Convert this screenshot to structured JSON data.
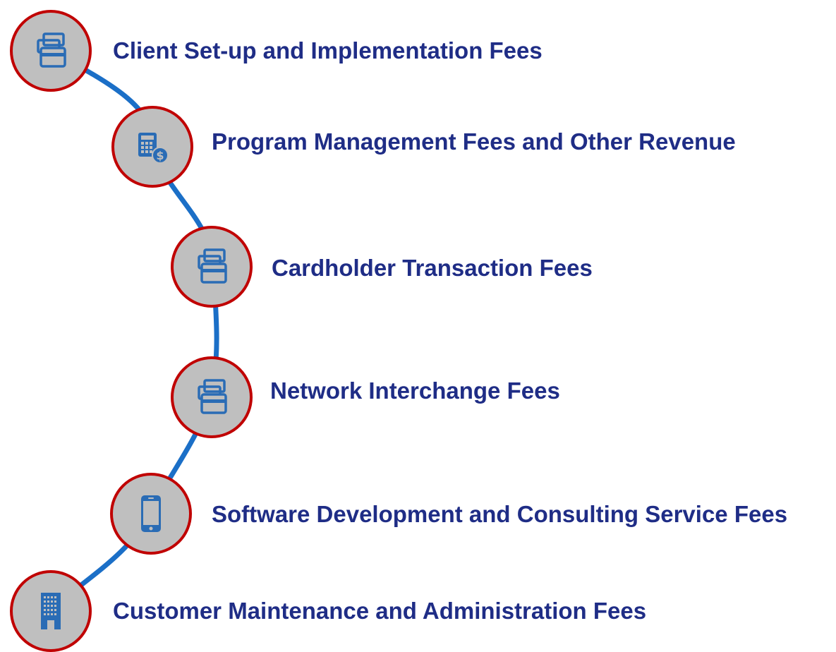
{
  "accent_colors": {
    "label_text": "#1f2d86",
    "connector_line": "#1b6fc7",
    "node_border": "#c00000",
    "node_fill": "#bfbfbf",
    "icon_color": "#2a6cb5"
  },
  "steps": [
    {
      "label": "Client Set-up and Implementation Fees",
      "icon": "credit-cards-icon"
    },
    {
      "label": "Program Management Fees and Other Revenue",
      "icon": "calculator-dollar-icon"
    },
    {
      "label": "Cardholder Transaction Fees",
      "icon": "credit-cards-icon"
    },
    {
      "label": "Network Interchange Fees",
      "icon": "credit-cards-icon"
    },
    {
      "label": "Software Development and Consulting Service Fees",
      "icon": "smartphone-icon"
    },
    {
      "label": "Customer Maintenance and Administration Fees",
      "icon": "office-building-icon"
    }
  ]
}
